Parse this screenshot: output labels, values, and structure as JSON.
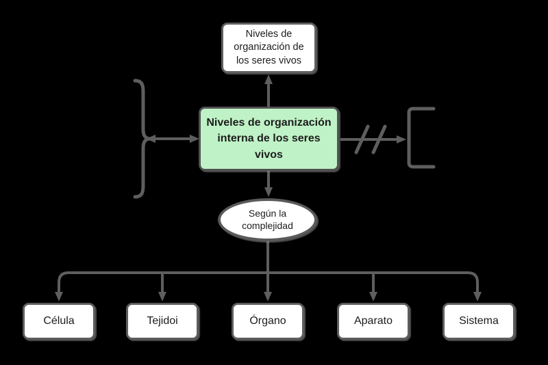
{
  "diagram": {
    "background_color": "#000000",
    "node_fill": "#ffffff",
    "highlight_fill": "#bff2c6",
    "border_color": "#5e5e5e",
    "line_color": "#5e5e5e",
    "text_color": "#1c1c1c",
    "top_node": {
      "label": "Niveles de organización de los seres vivos"
    },
    "center_node": {
      "label": "Niveles de organización interna de los seres vivos"
    },
    "criterion_node": {
      "label": "Según la complejidad"
    },
    "level_nodes": [
      {
        "label": "Célula"
      },
      {
        "label": "Tejidoi"
      },
      {
        "label": "Órgano"
      },
      {
        "label": "Aparato"
      },
      {
        "label": "Sistema"
      }
    ]
  }
}
